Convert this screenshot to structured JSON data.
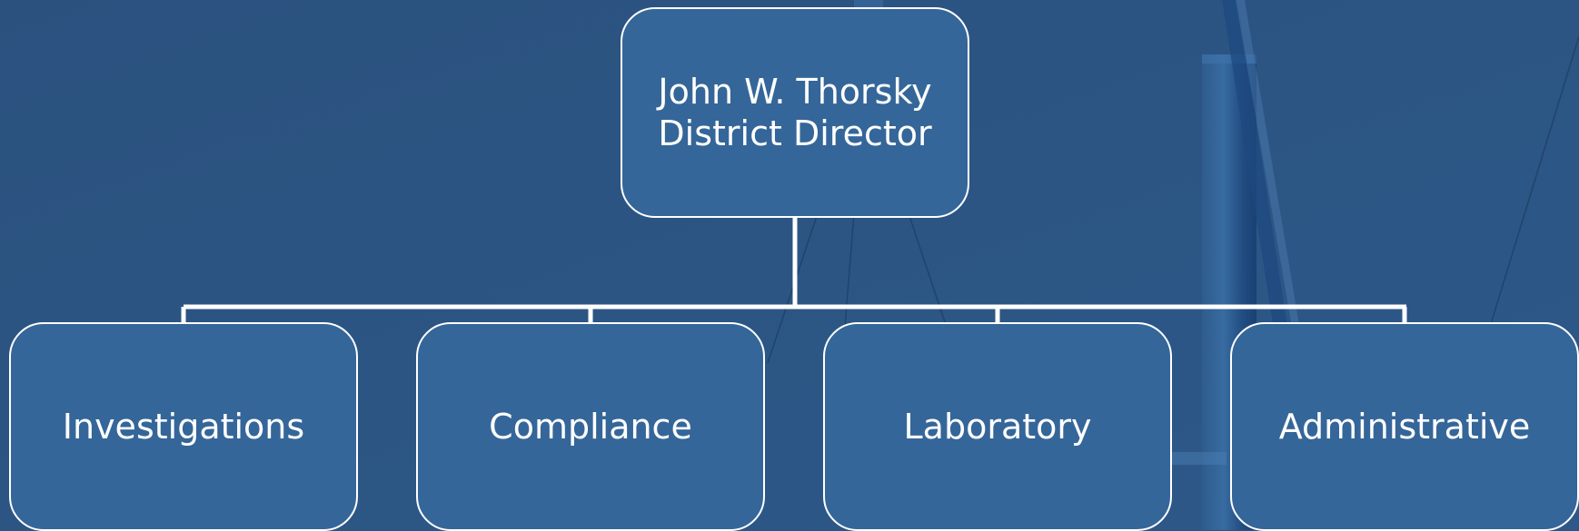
{
  "diagram": {
    "root": {
      "name": "John W. Thorsky",
      "title": "District Director"
    },
    "children": [
      {
        "label": "Investigations"
      },
      {
        "label": "Compliance"
      },
      {
        "label": "Laboratory"
      },
      {
        "label": "Administrative"
      }
    ]
  },
  "colors": {
    "background": "#2c5482",
    "box_fill": "#356699",
    "box_border": "#ffffff",
    "connector": "#ffffff"
  }
}
